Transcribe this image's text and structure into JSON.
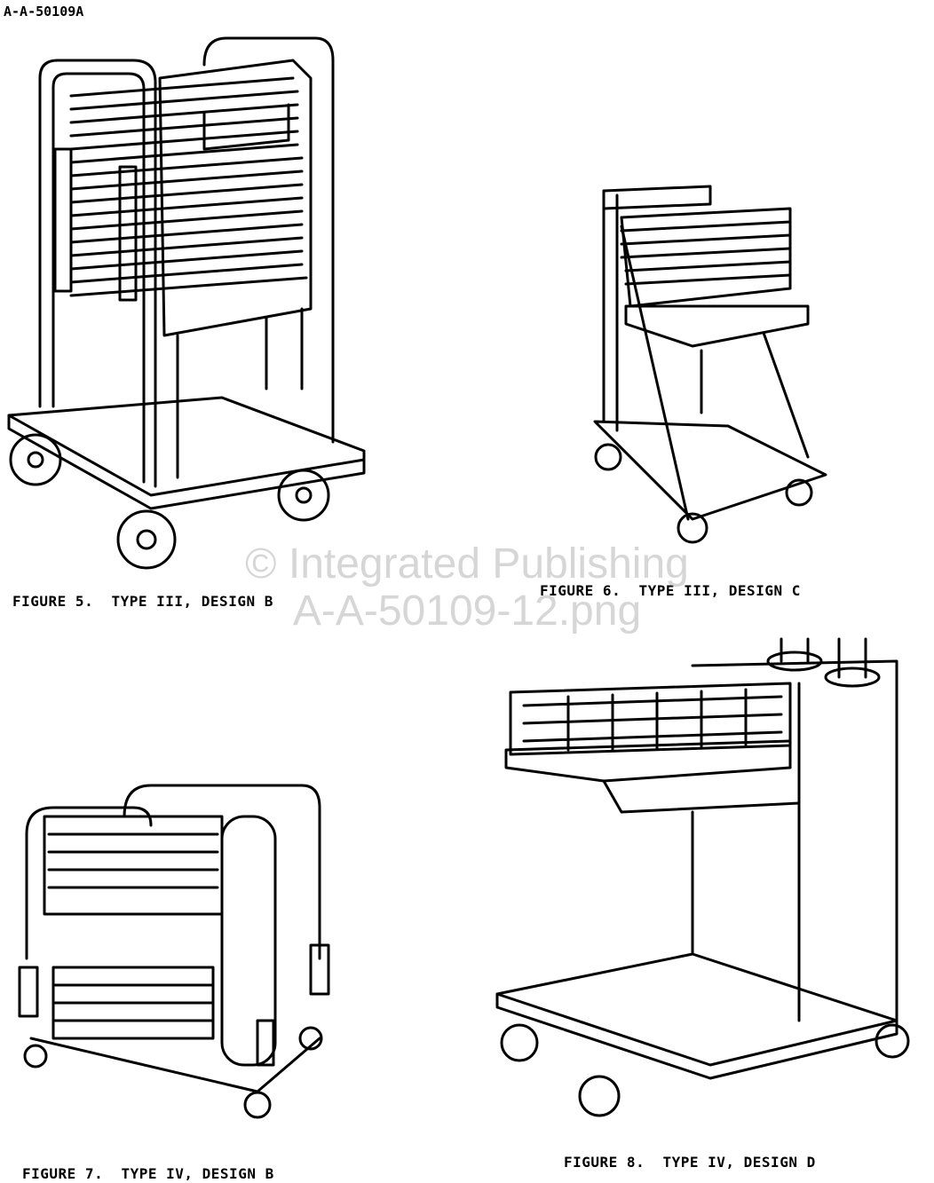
{
  "document_id": "A-A-50109A",
  "figures": [
    {
      "caption": "FIGURE 5.  TYPE III, DESIGN B"
    },
    {
      "caption": "FIGURE 6.  TYPE III, DESIGN C"
    },
    {
      "caption": "FIGURE 7.  TYPE IV, DESIGN B"
    },
    {
      "caption": "FIGURE 8.  TYPE IV, DESIGN D"
    }
  ],
  "watermark": {
    "line1": "© Integrated Publishing",
    "line2": "A-A-50109-12.png"
  }
}
